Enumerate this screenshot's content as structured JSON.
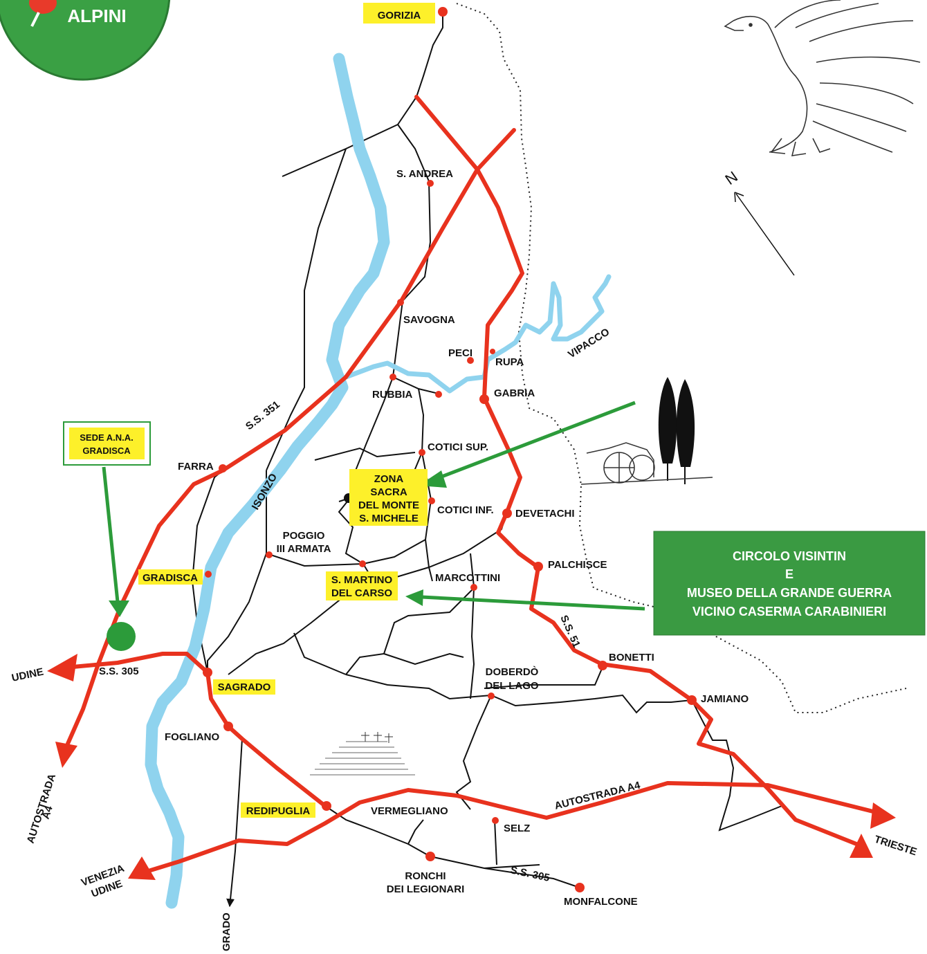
{
  "logo": {
    "text": "ALPINI"
  },
  "north": {
    "label": "N"
  },
  "towns": {
    "gorizia": "GORIZIA",
    "s_andrea": "S. ANDREA",
    "savogna": "SAVOGNA",
    "peci": "PECI",
    "rupa": "RUPA",
    "vipacco": "VIPACCO",
    "rubbia": "RUBBIA",
    "gabria": "GABRIA",
    "cotici_sup": "COTICI SUP.",
    "farra": "FARRA",
    "isonzo": "ISONZO",
    "zona_sacra": [
      "ZONA",
      "SACRA",
      "DEL MONTE",
      "S. MICHELE"
    ],
    "cotici_inf": "COTICI INF.",
    "devetachi": "DEVETACHI",
    "poggio": [
      "POGGIO",
      "III ARMATA"
    ],
    "palchisce": "PALCHISCE",
    "gradisca": "GRADISCA",
    "s_martino": [
      "S. MARTINO",
      "DEL CARSO"
    ],
    "marcottini": "MARCOTTINI",
    "bonetti": "BONETTI",
    "udine": "UDINE",
    "sagrado": "SAGRADO",
    "doberdo": [
      "DOBERDÒ",
      "DEL LAGO"
    ],
    "jamiano": "JAMIANO",
    "fogliano": "FOGLIANO",
    "redipuglia": "REDIPUGLIA",
    "vermegliano": "VERMEGLIANO",
    "selz": "SELZ",
    "trieste": "TRIESTE",
    "venezia_udine": [
      "VENEZIA",
      "UDINE"
    ],
    "ronchi": [
      "RONCHI",
      "DEI LEGIONARI"
    ],
    "monfalcone": "MONFALCONE",
    "grado": "GRADO"
  },
  "roads": {
    "ss351": "S.S. 351",
    "ss305_west": "S.S. 305",
    "ss51": "S.S. 51",
    "ss305_south": "S.S. 305",
    "a4_west": [
      "AUTOSTRADA",
      "A4"
    ],
    "a4_east": "AUTOSTRADA A4"
  },
  "sede_box": [
    "SEDE A.N.A.",
    "GRADISCA"
  ],
  "circolo_box": [
    "CIRCOLO VISINTIN",
    "E",
    "MUSEO DELLA GRANDE GUERRA",
    "VICINO CASERMA CARABINIERI"
  ],
  "colors": {
    "road_red": "#e8321e",
    "river_blue": "#8fd3ee",
    "green_arrow": "#2c9b3a",
    "box_green": "#3a9a42",
    "highlight": "#fdf02a",
    "minor_road": "#111111"
  }
}
